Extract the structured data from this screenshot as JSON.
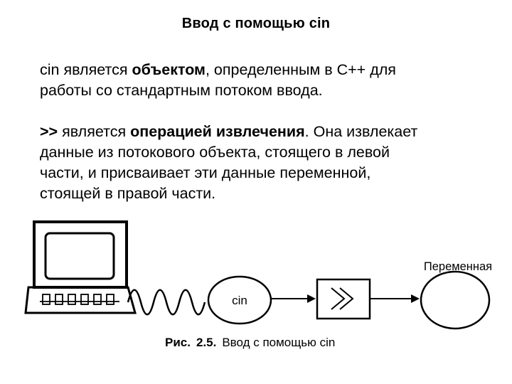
{
  "slide": {
    "title": "Ввод с помощью cin"
  },
  "paragraph1": {
    "line1": {
      "cin_word": "cin",
      "before_bold": " является ",
      "bold": "объектом",
      "after_bold": ", определенным в C++ для"
    },
    "line2": "работы со стандартным потоком ввода."
  },
  "paragraph2": {
    "line1": {
      "operator": ">>",
      "before_bold": " является ",
      "bold": "операцией извлечения",
      "after_bold": ". Она извлекает"
    },
    "line2": "данные из потокового объекта, стоящего в левой",
    "line3": "части, и присваивает эти данные переменной,",
    "line4": "стоящей в правой части."
  },
  "figure": {
    "variable_label": "Переменная",
    "cin_label": "cin",
    "operator_symbol": ">>",
    "caption_prefix": "Рис.",
    "caption_number": "2.5.",
    "caption_text": "Ввод с помощью cin"
  }
}
